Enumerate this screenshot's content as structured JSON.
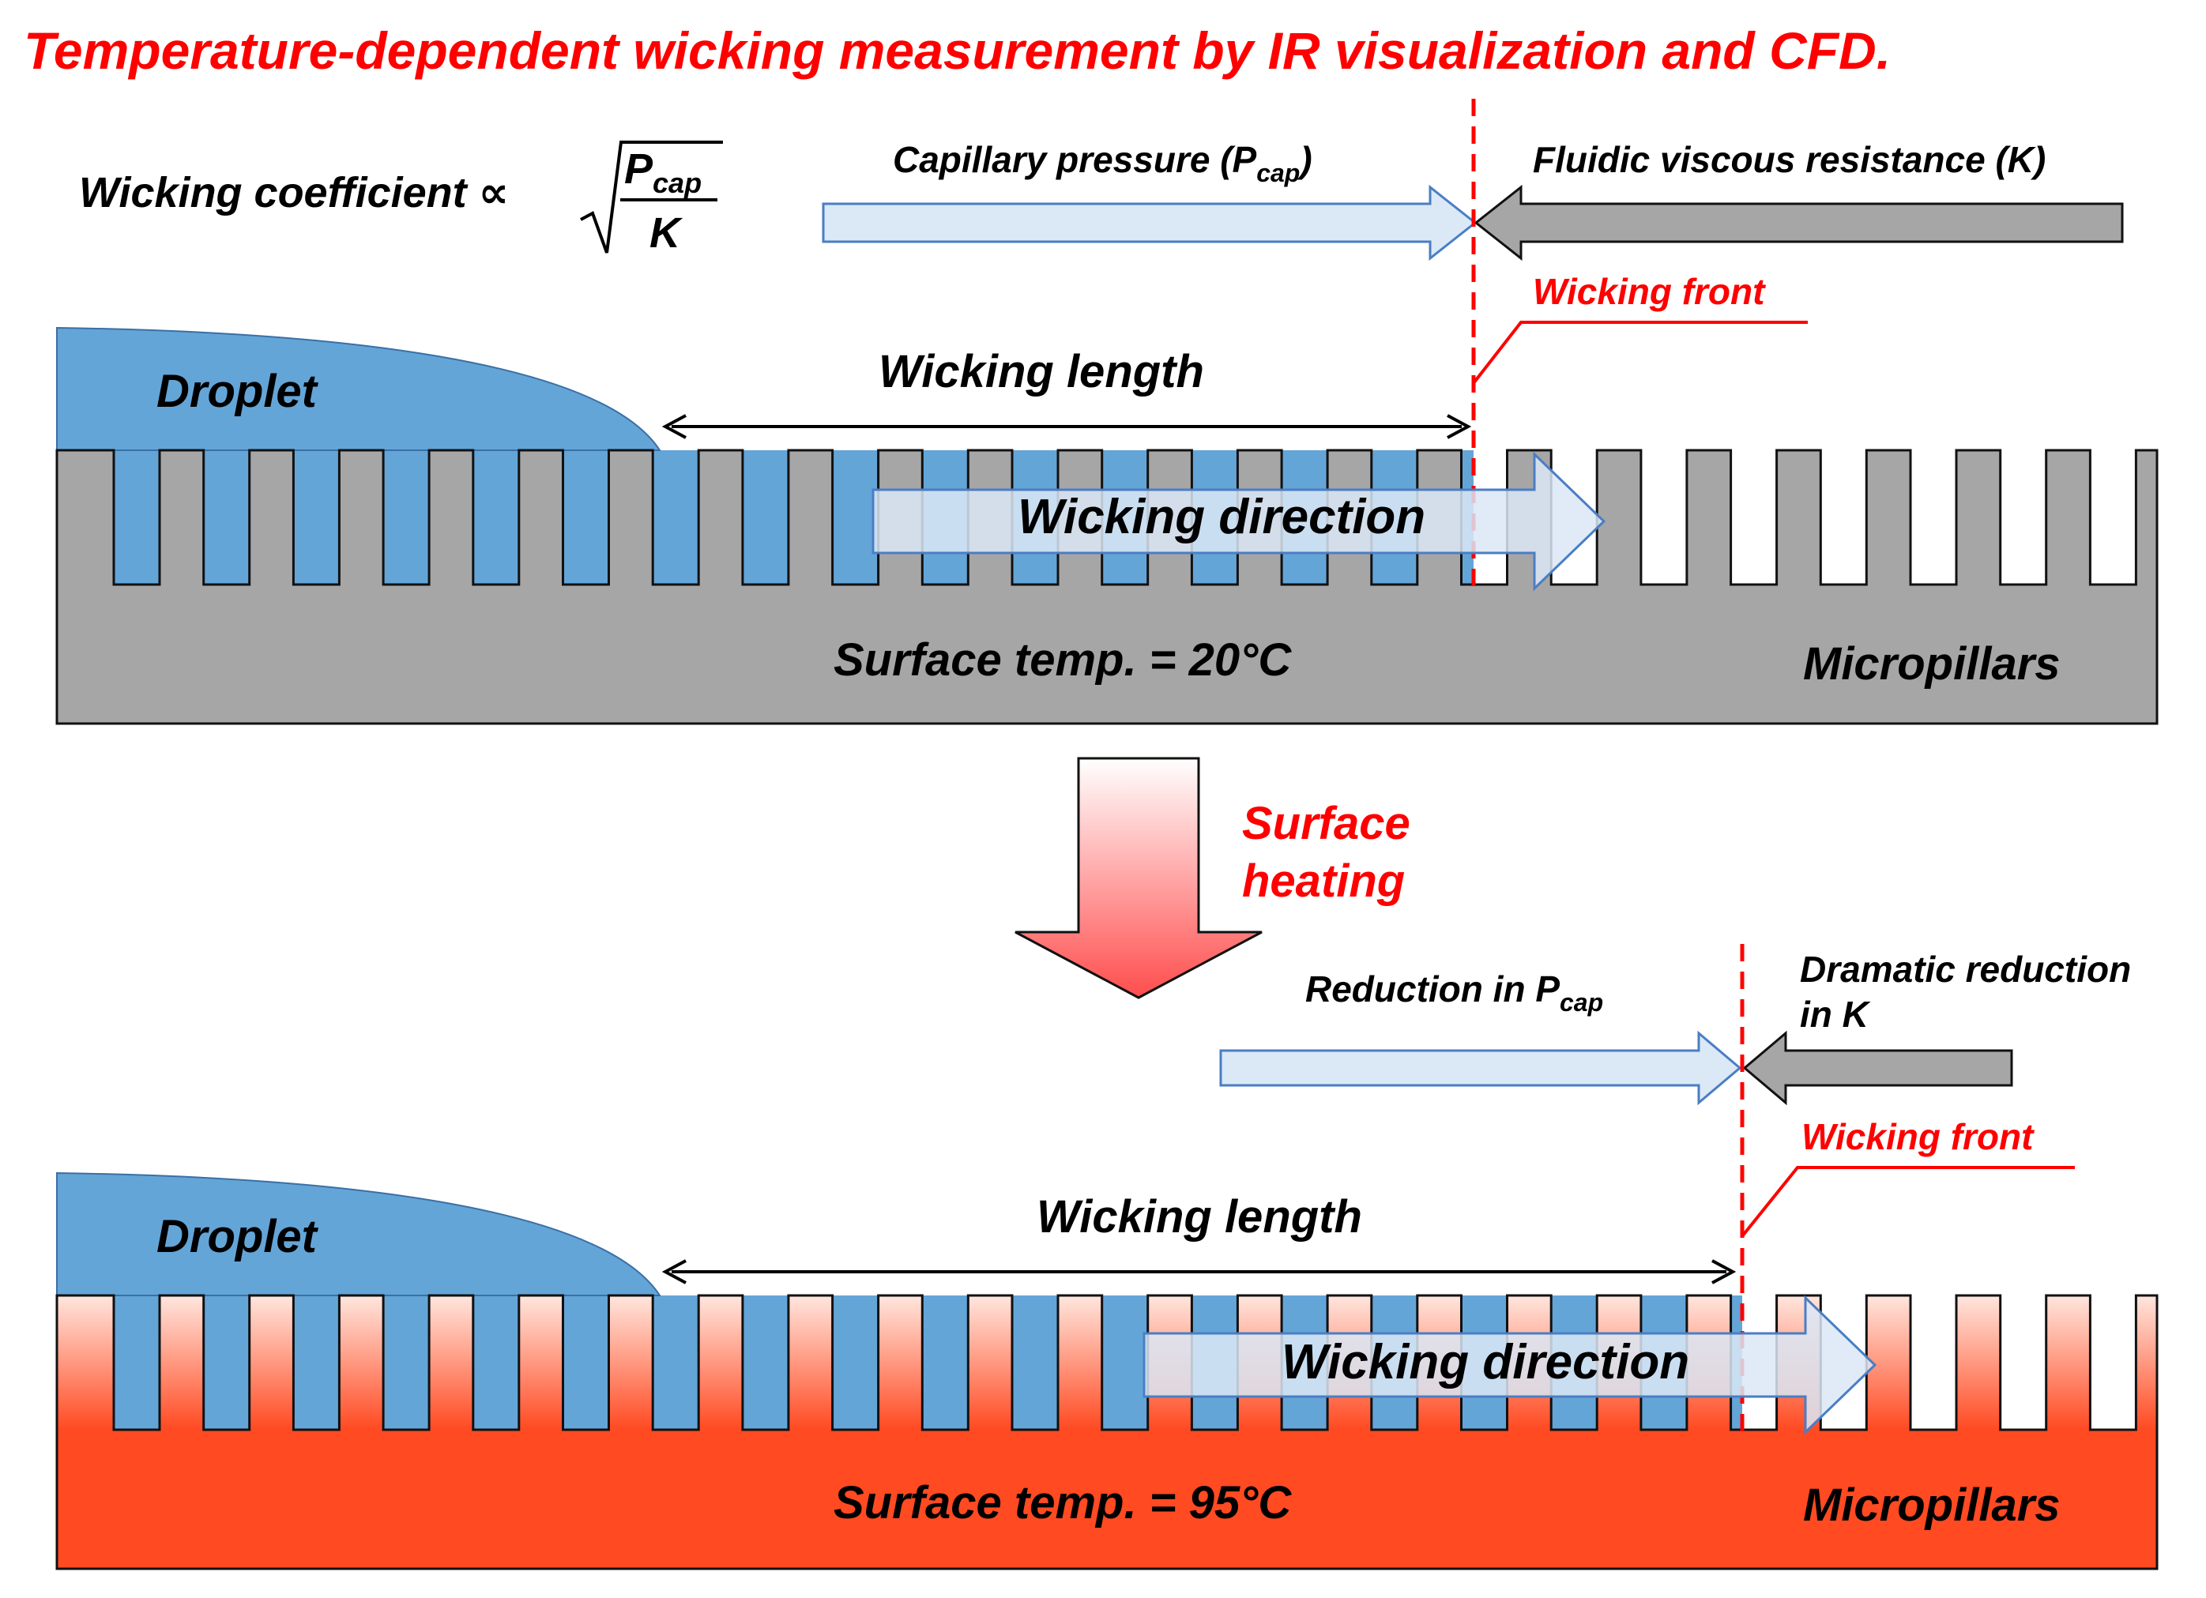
{
  "title": "Temperature-dependent wicking measurement by IR visualization and CFD.",
  "formula": {
    "prefix": "Wicking coefficient ∝",
    "numerator_main": "P",
    "numerator_sub": "cap",
    "denominator": "K"
  },
  "top_panel": {
    "capillary_label_main": "Capillary pressure (P",
    "capillary_label_sub": "cap",
    "capillary_label_end": ")",
    "resistance_label": "Fluidic viscous resistance (K)",
    "wicking_front_label": "Wicking front",
    "droplet_label": "Droplet",
    "wicking_length_label": "Wicking length",
    "wicking_direction_label": "Wicking direction",
    "surface_temp_label": "Surface temp. = 20°C",
    "micropillars_label": "Micropillars"
  },
  "transition": {
    "heating_line1": "Surface",
    "heating_line2": "heating"
  },
  "bottom_panel": {
    "reduction_pcap_main": "Reduction in P",
    "reduction_pcap_sub": "cap",
    "reduction_k_line1": "Dramatic reduction",
    "reduction_k_line2": "in K",
    "wicking_front_label": "Wicking front",
    "droplet_label": "Droplet",
    "wicking_length_label": "Wicking length",
    "wicking_direction_label": "Wicking direction",
    "surface_temp_label": "Surface temp. = 95°C",
    "micropillars_label": "Micropillars"
  },
  "colors": {
    "title_red": "#ff0000",
    "water_blue": "#64a5d8",
    "substrate_gray": "#a6a6a6",
    "heated_orange": "#ff4a22",
    "heated_light": "#ffe3dc",
    "arrow_light_blue": "#dbe8f6",
    "arrow_outline_blue": "#4a7ec4",
    "arrow_gray": "#a6a6a6",
    "front_red": "#ff0000"
  }
}
